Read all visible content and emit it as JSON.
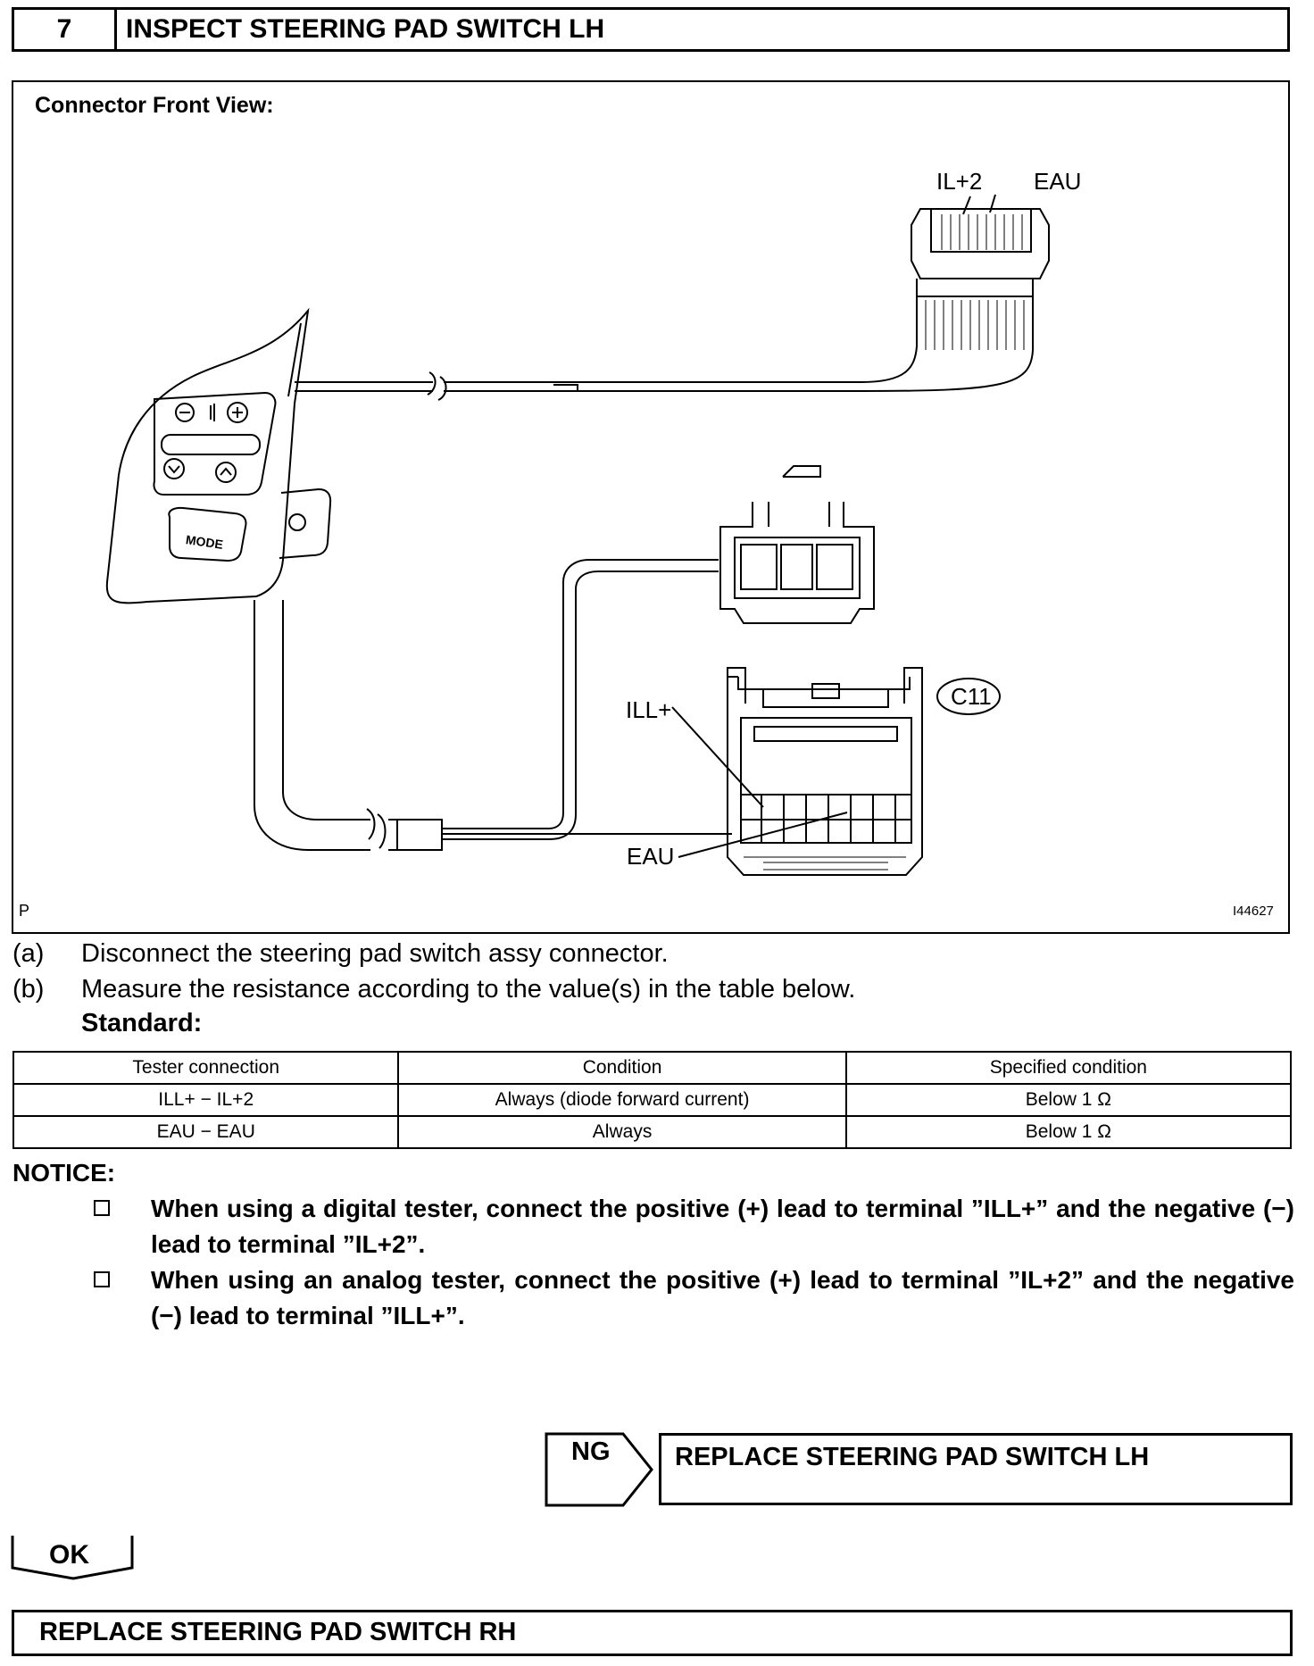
{
  "step": {
    "number": "7",
    "title": "INSPECT STEERING PAD SWITCH LH"
  },
  "figure": {
    "heading": "Connector Front View:",
    "labels": {
      "il2_top": "IL+2",
      "eau_top": "EAU",
      "ill_plus": "ILL+",
      "eau_bottom": "EAU",
      "connector_code": "C11",
      "mode_button": "MODE",
      "corner_left": "P",
      "figure_id": "I44627"
    }
  },
  "steps": [
    {
      "letter": "(a)",
      "text": "Disconnect the steering pad switch assy connector."
    },
    {
      "letter": "(b)",
      "text": "Measure the resistance according to the value(s) in the table below."
    }
  ],
  "standard_label": "Standard:",
  "table": {
    "headers": [
      "Tester connection",
      "Condition",
      "Specified condition"
    ],
    "rows": [
      [
        "ILL+ − IL+2",
        "Always (diode forward current)",
        "Below 1 Ω"
      ],
      [
        "EAU − EAU",
        "Always",
        "Below 1 Ω"
      ]
    ]
  },
  "notice": {
    "label": "NOTICE:",
    "items": [
      "When using a digital tester, connect the positive (+) lead to terminal ”ILL+” and the negative (−) lead to terminal ”IL+2”.",
      "When using an analog tester, connect the positive (+) lead to terminal ”IL+2” and the negative (−) lead to terminal ”ILL+”."
    ]
  },
  "ng": {
    "label": "NG",
    "result": "REPLACE STEERING PAD SWITCH LH"
  },
  "ok": {
    "label": "OK",
    "result": "REPLACE STEERING PAD SWITCH RH"
  }
}
